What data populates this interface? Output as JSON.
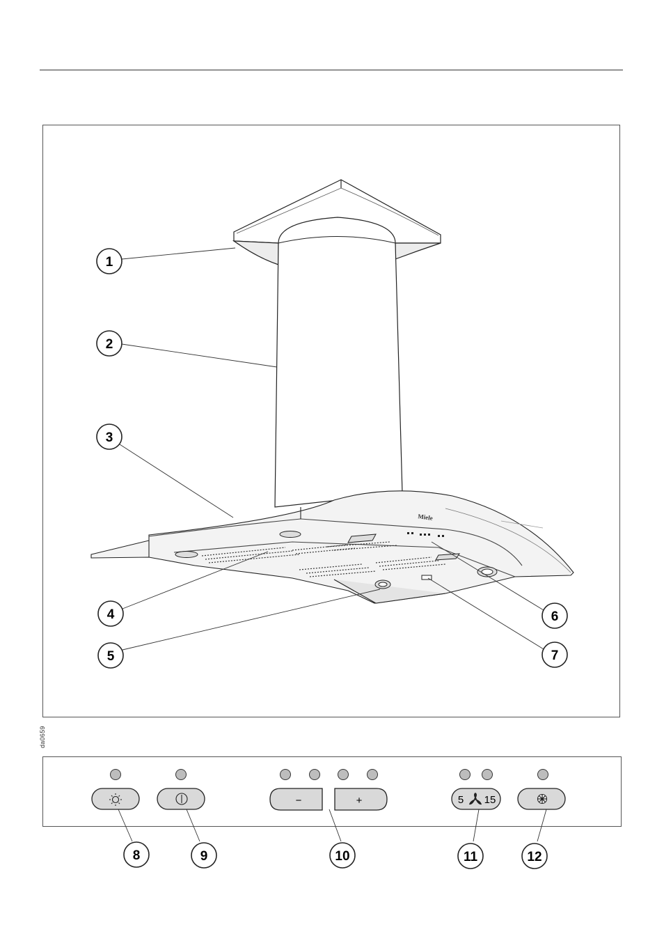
{
  "figure_code": "da0659",
  "callouts": {
    "c1": "1",
    "c2": "2",
    "c3": "3",
    "c4": "4",
    "c5": "5",
    "c6": "6",
    "c7": "7",
    "c8": "8",
    "c9": "9",
    "c10": "10",
    "c11": "11",
    "c12": "12"
  },
  "brand": "Miele",
  "panel": {
    "minus_label": "−",
    "plus_label": "+",
    "runon_left": "5",
    "runon_right": "15"
  },
  "icons": {
    "light": "sun-icon",
    "power": "power-icon",
    "runon": "fan-icon",
    "filter": "grease-filter-icon"
  },
  "colors": {
    "indicator": "#bdbdbd",
    "button_fill": "#d9d9d9",
    "line": "#222222"
  }
}
